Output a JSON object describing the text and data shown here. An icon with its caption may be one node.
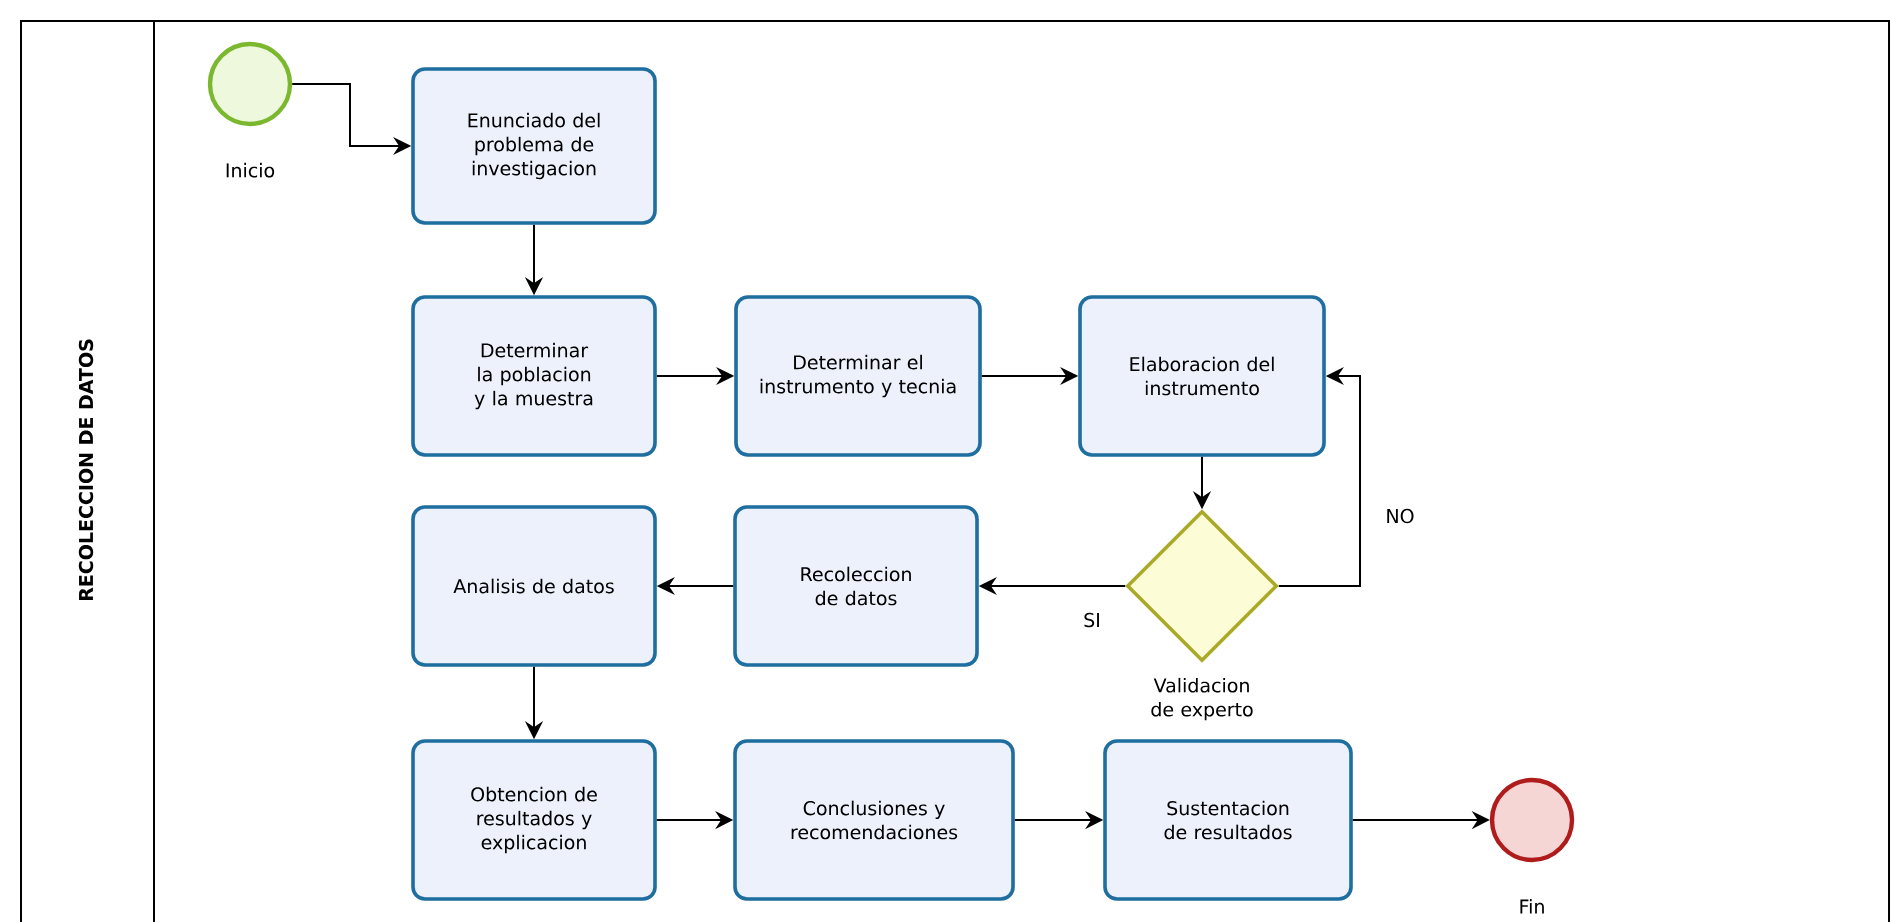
{
  "diagram": {
    "nodes": [
      {
        "text": [
          "RECOLECCION DE DATOS"
        ]
      },
      {
        "text": [
          "Inicio"
        ],
        "in": 0
      },
      {
        "text": [
          "Enunciado del problema de investigacion"
        ],
        "in": 0
      },
      {
        "text": [
          "Determinar la poblacion y la muestra"
        ],
        "in": 0
      },
      {
        "text": [
          "Determinar el instrumento y tecnia"
        ],
        "in": 0
      },
      {
        "text": [
          "Elaboracion del instrumento"
        ],
        "in": 0
      },
      {
        "text": [
          "Validacion de experto"
        ],
        "in": 0
      },
      {
        "text": [
          "Recoleccion de datos"
        ],
        "in": 0
      },
      {
        "text": [
          "Analisis de datos"
        ],
        "in": 0
      },
      {
        "text": [
          "Obtencion de resultados y explicacion"
        ],
        "in": 0
      },
      {
        "text": [
          "Conclusiones y recomendaciones"
        ],
        "in": 0
      },
      {
        "text": [
          "Sustentacion de resultados"
        ],
        "in": 0
      },
      {
        "text": [
          "Fin"
        ],
        "in": 0
      }
    ],
    "edges": [
      {
        "from": 1,
        "to": 2,
        "arrow": "to"
      },
      {
        "from": 2,
        "to": 3,
        "arrow": "to"
      },
      {
        "from": 3,
        "to": 4,
        "arrow": "to"
      },
      {
        "from": 4,
        "to": 5,
        "arrow": "to"
      },
      {
        "from": 5,
        "to": 6,
        "arrow": "to"
      },
      {
        "from": 6,
        "to": 7,
        "label": "SI",
        "arrow": "to"
      },
      {
        "from": 6,
        "to": 5,
        "label": "NO",
        "arrow": "to"
      },
      {
        "from": 7,
        "to": 8,
        "arrow": "to"
      },
      {
        "from": 8,
        "to": 9,
        "arrow": "to"
      },
      {
        "from": 9,
        "to": 10,
        "arrow": "to"
      },
      {
        "from": 10,
        "to": 11,
        "arrow": "to"
      },
      {
        "from": 11,
        "to": 12,
        "arrow": "to"
      }
    ]
  }
}
